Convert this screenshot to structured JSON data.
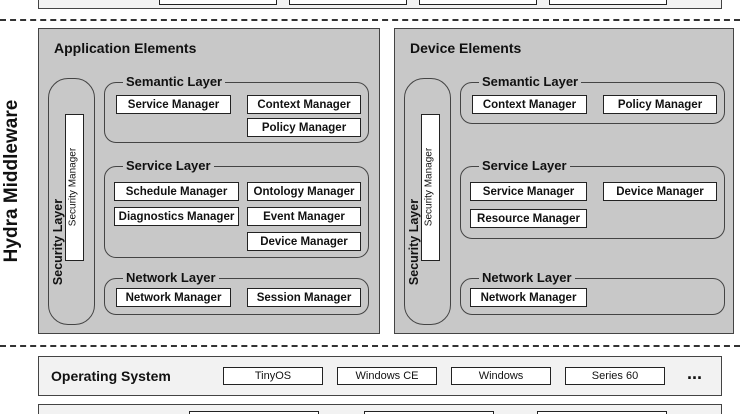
{
  "top_strip": {
    "more": "..."
  },
  "hydra_label": "Hydra Middleware",
  "application": {
    "title": "Application Elements",
    "security_layer": "Security Layer",
    "security_manager": "Security Manager",
    "semantic_layer": {
      "title": "Semantic Layer",
      "items": [
        "Service Manager",
        "Context Manager",
        "Policy Manager"
      ]
    },
    "service_layer": {
      "title": "Service Layer",
      "items": [
        "Schedule Manager",
        "Ontology Manager",
        "Diagnostics Manager",
        "Event Manager",
        "Device Manager"
      ]
    },
    "network_layer": {
      "title": "Network Layer",
      "items": [
        "Network Manager",
        "Session Manager"
      ]
    }
  },
  "device": {
    "title": "Device Elements",
    "security_layer": "Security Layer",
    "security_manager": "Security Manager",
    "semantic_layer": {
      "title": "Semantic Layer",
      "items": [
        "Context Manager",
        "Policy Manager"
      ]
    },
    "service_layer": {
      "title": "Service Layer",
      "items": [
        "Service Manager",
        "Device Manager",
        "Resource Manager"
      ]
    },
    "network_layer": {
      "title": "Network Layer",
      "items": [
        "Network Manager"
      ]
    }
  },
  "os": {
    "title": "Operating System",
    "items": [
      "TinyOS",
      "Windows CE",
      "Windows",
      "Series 60"
    ],
    "more": "..."
  },
  "colors": {
    "panel": "#c8c8c8",
    "border": "#444444"
  }
}
